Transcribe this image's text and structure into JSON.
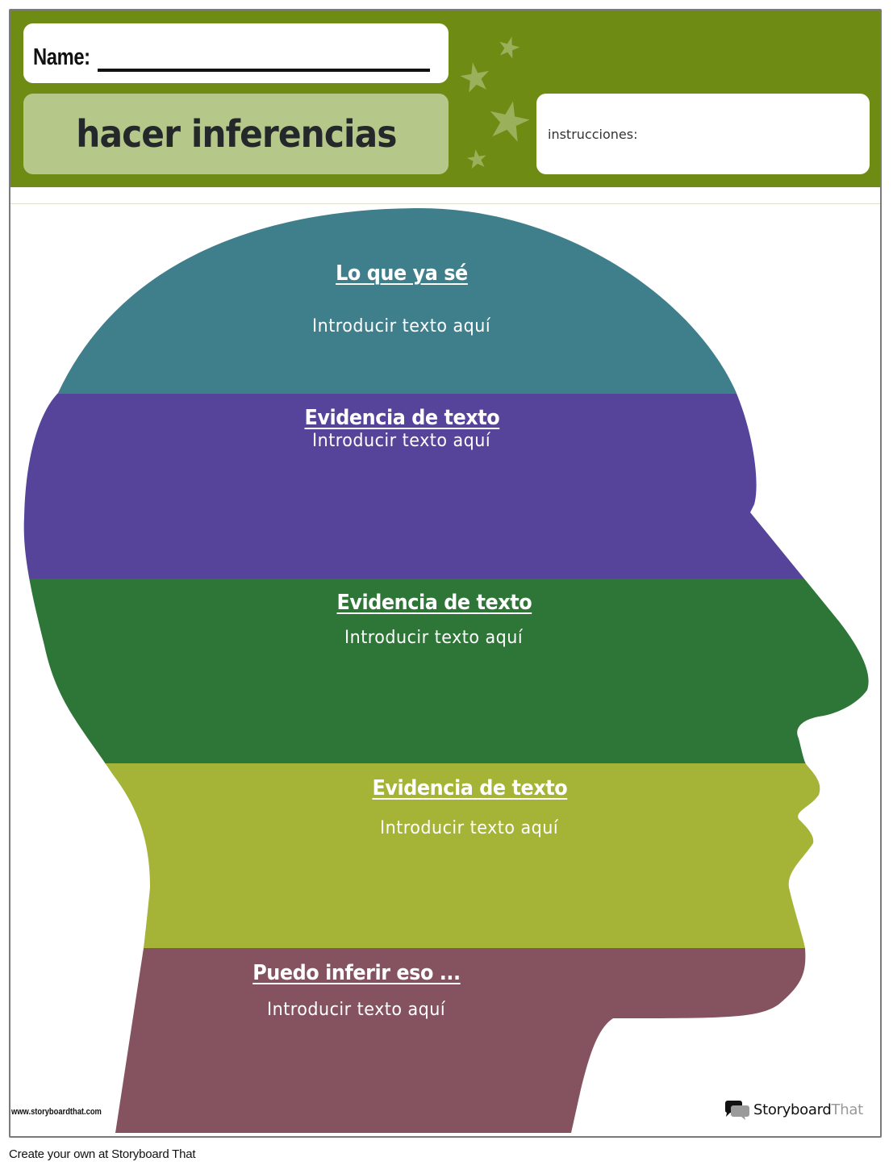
{
  "header": {
    "name_label": "Name:",
    "title": "hacer inferencias",
    "instructions_label": "instrucciones:",
    "colors": {
      "header_bg": "#6e8c14",
      "title_box_bg": "#b6c78a",
      "star_color": "#9ab05a"
    }
  },
  "head": {
    "bands": [
      {
        "title": "Lo que ya sé",
        "body": "Introducir texto aquí",
        "color": "#3f7f8c"
      },
      {
        "title": "Evidencia de texto",
        "body": "Introducir texto aquí",
        "color": "#56439a"
      },
      {
        "title": "Evidencia de texto",
        "body": "Introducir texto aquí",
        "color": "#2e7637"
      },
      {
        "title": "Evidencia de texto",
        "body": "Introducir texto aquí",
        "color": "#a5b337"
      },
      {
        "title": "Puedo inferir eso ...",
        "body": "Introducir texto aquí",
        "color": "#855360"
      }
    ]
  },
  "branding": {
    "watermark": "www.storyboardthat.com",
    "logo_word_main": "Storyboard",
    "logo_word_accent": "That",
    "footer": "Create your own at Storyboard That"
  }
}
